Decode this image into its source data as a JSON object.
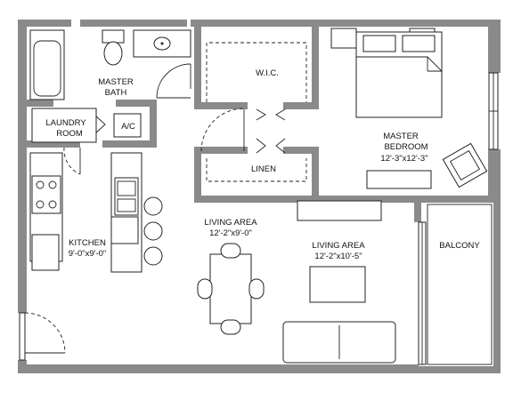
{
  "rooms": {
    "master_bath": [
      "MASTER",
      "BATH"
    ],
    "wic": "W.I.C.",
    "master_bedroom": [
      "MASTER",
      "BEDROOM",
      "12'-3\"x12'-3\""
    ],
    "laundry": [
      "LAUNDRY",
      "ROOM"
    ],
    "ac": "A/C",
    "linen": "LINEN",
    "living_area_1": [
      "LIVING AREA",
      "12'-2\"x9'-0\""
    ],
    "living_area_2": [
      "LIVING AREA",
      "12'-2\"x10'-5\""
    ],
    "kitchen": [
      "KITCHEN",
      "9'-0\"x9'-0\""
    ],
    "balcony": "BALCONY"
  }
}
